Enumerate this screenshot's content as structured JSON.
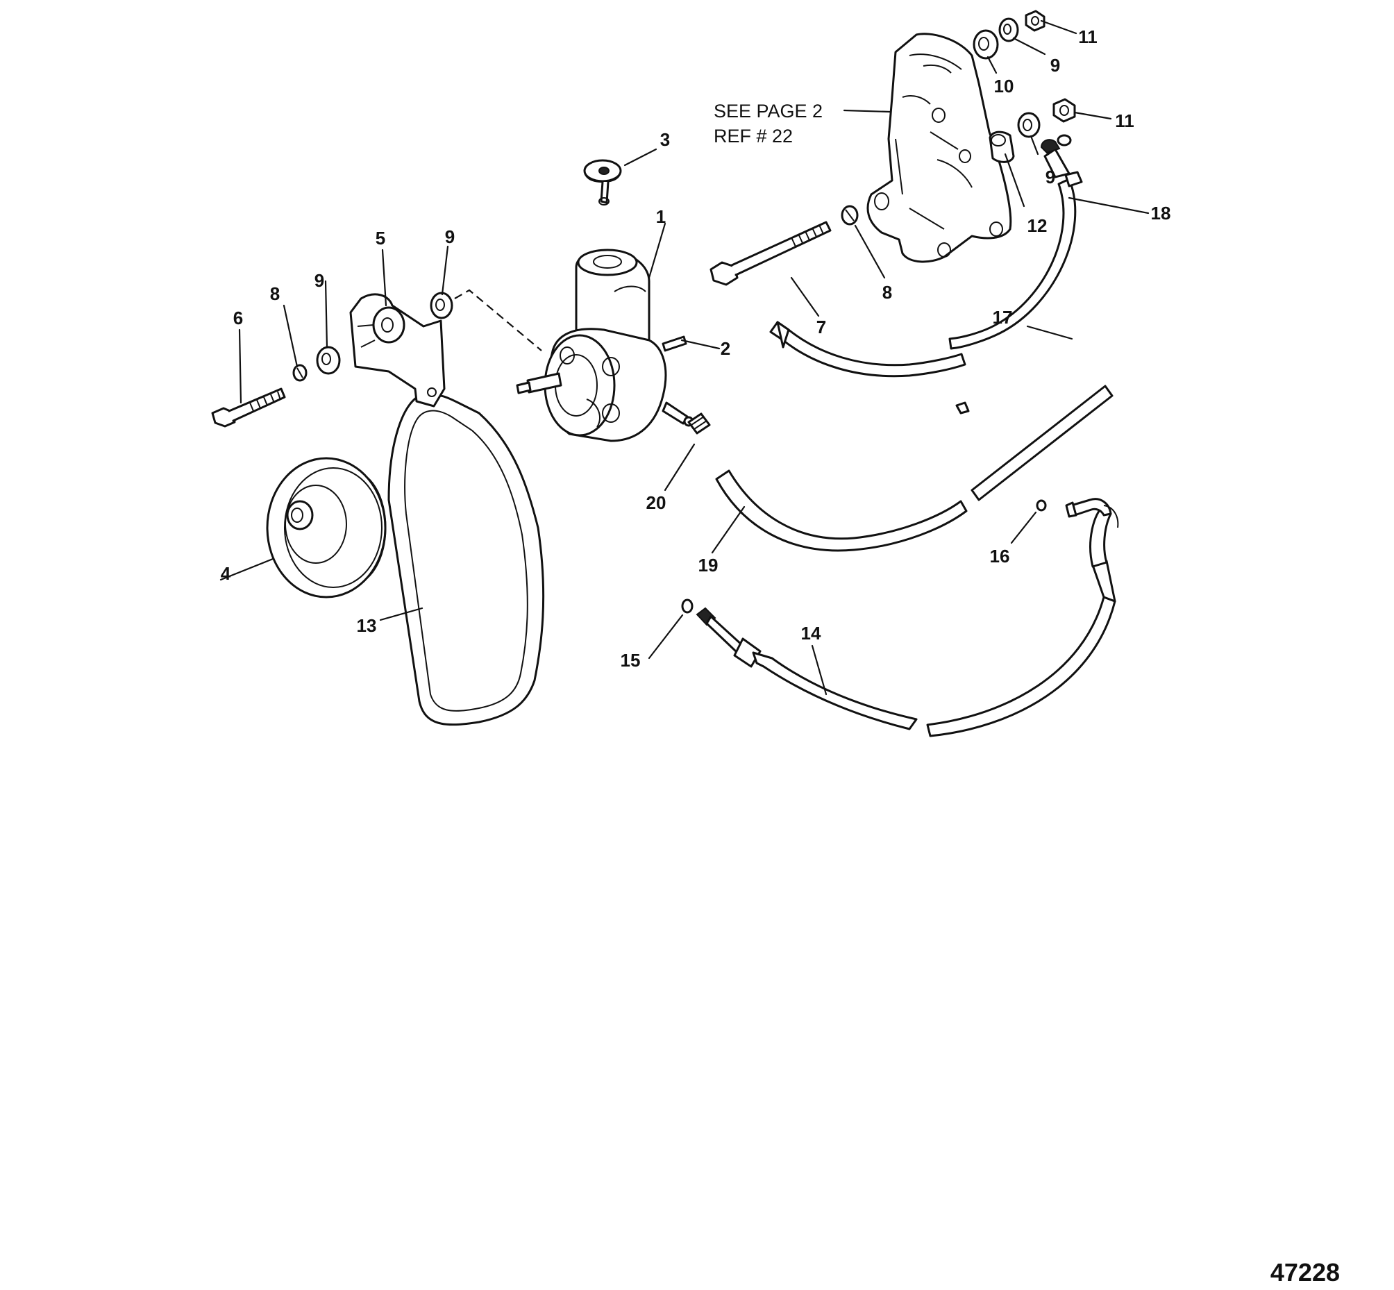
{
  "diagram": {
    "figure_number": "47228",
    "note": {
      "line1": "SEE PAGE 2",
      "line2": "REF # 22"
    },
    "callouts": [
      {
        "id": "c1",
        "label": "1"
      },
      {
        "id": "c2",
        "label": "2"
      },
      {
        "id": "c3",
        "label": "3"
      },
      {
        "id": "c4",
        "label": "4"
      },
      {
        "id": "c5",
        "label": "5"
      },
      {
        "id": "c6",
        "label": "6"
      },
      {
        "id": "c7",
        "label": "7"
      },
      {
        "id": "c8a",
        "label": "8"
      },
      {
        "id": "c8b",
        "label": "8"
      },
      {
        "id": "c9a",
        "label": "9"
      },
      {
        "id": "c9b",
        "label": "9"
      },
      {
        "id": "c9c",
        "label": "9"
      },
      {
        "id": "c9d",
        "label": "9"
      },
      {
        "id": "c10",
        "label": "10"
      },
      {
        "id": "c11a",
        "label": "11"
      },
      {
        "id": "c11b",
        "label": "11"
      },
      {
        "id": "c12",
        "label": "12"
      },
      {
        "id": "c13",
        "label": "13"
      },
      {
        "id": "c14",
        "label": "14"
      },
      {
        "id": "c15",
        "label": "15"
      },
      {
        "id": "c16",
        "label": "16"
      },
      {
        "id": "c17",
        "label": "17"
      },
      {
        "id": "c18",
        "label": "18"
      },
      {
        "id": "c19",
        "label": "19"
      },
      {
        "id": "c20",
        "label": "20"
      }
    ]
  }
}
